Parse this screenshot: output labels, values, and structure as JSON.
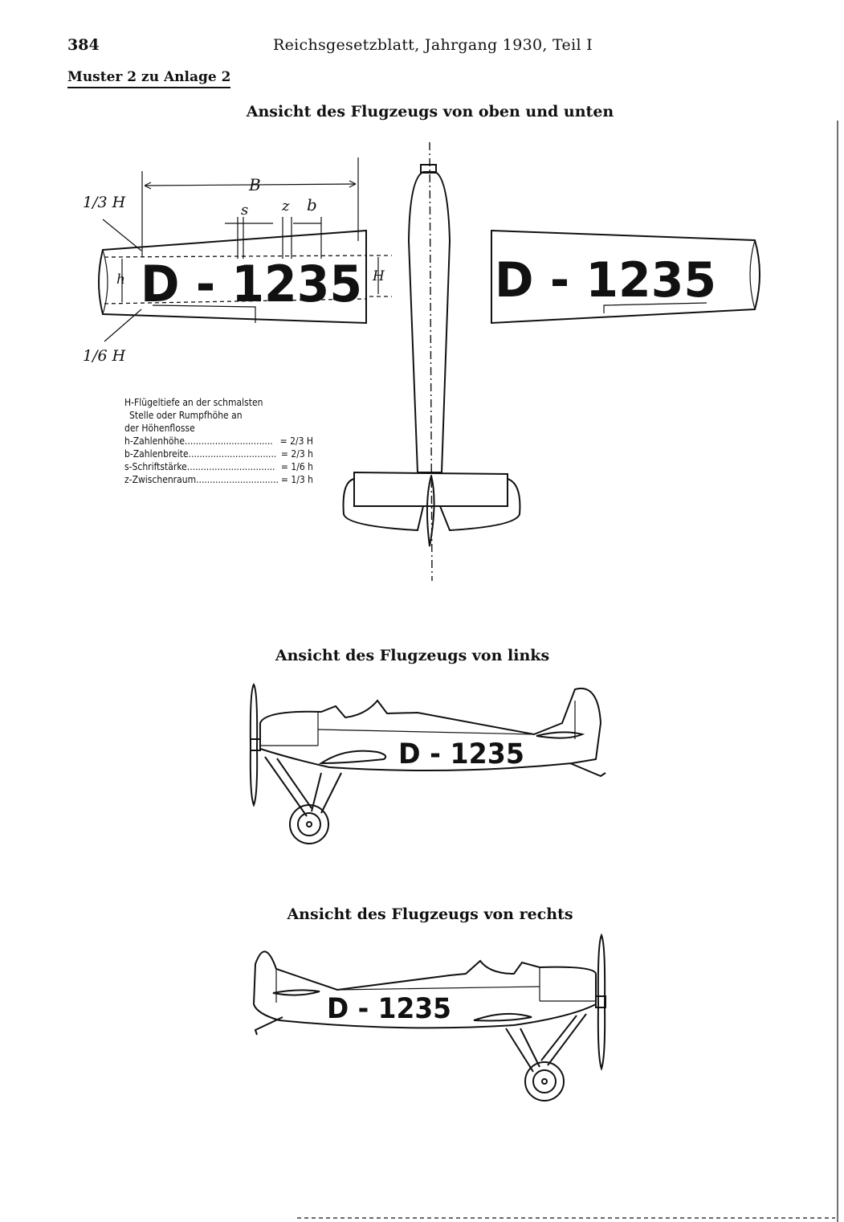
{
  "header": {
    "page_number": "384",
    "running_head": "Reichsgesetzblatt, Jahrgang 1930, Teil I",
    "muster_label": "Muster 2 zu Anlage 2"
  },
  "titles": {
    "top_bottom": "Ansicht des Flugzeugs von oben und unten",
    "left": "Ansicht des Flugzeugs von links",
    "right": "Ansicht des Flugzeugs von rechts"
  },
  "registration": "D-1235",
  "registration_spaced": "D - 1235",
  "dimension_labels": {
    "B": "B",
    "s": "s",
    "z": "z",
    "b": "b",
    "h": "h",
    "H": "H",
    "one_third_H": "1/3 H",
    "one_sixth_H": "1/6 H"
  },
  "legend": {
    "note_line1": "H-Flügeltiefe an der schmalsten",
    "note_line2": "Stelle oder Rumpfhöhe an",
    "note_line3": "der Höhenflosse",
    "rows": [
      {
        "label": "h-Zahlenhöhe",
        "value": "= 2/3 H"
      },
      {
        "label": "b-Zahlenbreite",
        "value": "= 2/3 h"
      },
      {
        "label": "s-Schriftstärke",
        "value": "= 1/6 h"
      },
      {
        "label": "z-Zwischenraum",
        "value": "= 1/3 h"
      }
    ]
  }
}
